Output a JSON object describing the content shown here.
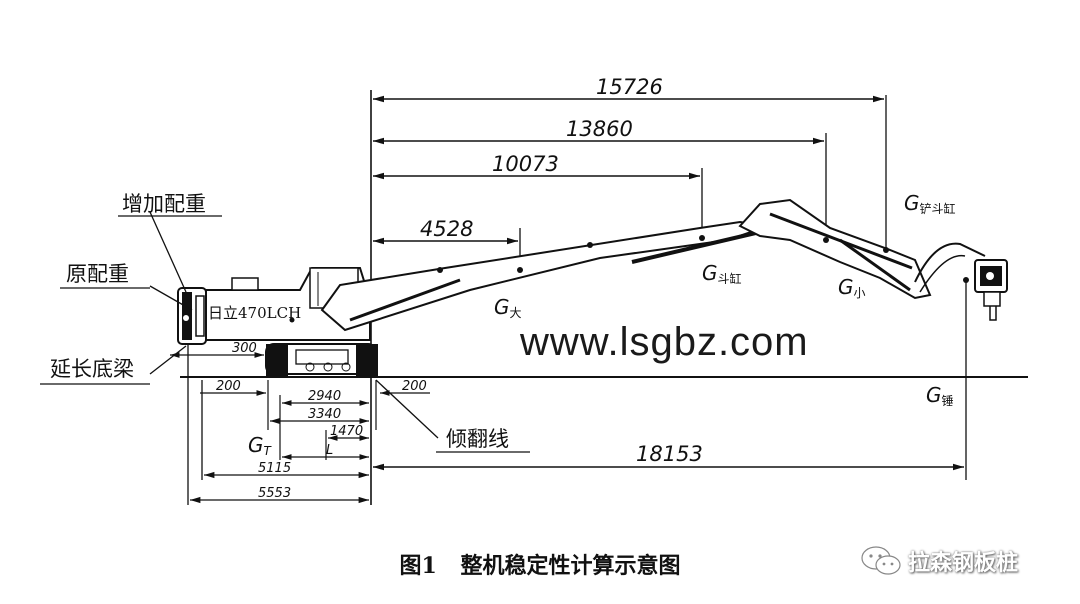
{
  "labels": {
    "added_counterweight": "增加配重",
    "original_counterweight": "原配重",
    "extended_beam": "延长底梁",
    "tipping_line": "倾翻线",
    "model": "日立470LCH"
  },
  "dimensions": {
    "d15726": "15726",
    "d13860": "13860",
    "d10073": "10073",
    "d4528": "4528",
    "d18153": "18153",
    "d300": "300",
    "d200_left": "200",
    "d200_right": "200",
    "d2940": "2940",
    "d3340": "3340",
    "d1470": "1470",
    "dL": "L",
    "d5115": "5115",
    "d5553": "5553"
  },
  "forces": {
    "g_bucket_cyl": {
      "main": "G",
      "sub": "铲斗缸"
    },
    "g_arm_cyl": {
      "main": "G",
      "sub": "斗缸"
    },
    "g_big": {
      "main": "G",
      "sub": "大"
    },
    "g_small": {
      "main": "G",
      "sub": "小"
    },
    "g_hammer": {
      "main": "G",
      "sub": "锤"
    },
    "g_t": {
      "main": "G",
      "sub": "T"
    }
  },
  "watermark": "www.lsgbz.com",
  "caption": {
    "figure": "图1",
    "title": "整机稳定性计算示意图"
  },
  "wechat_account": "拉森钢板桩"
}
